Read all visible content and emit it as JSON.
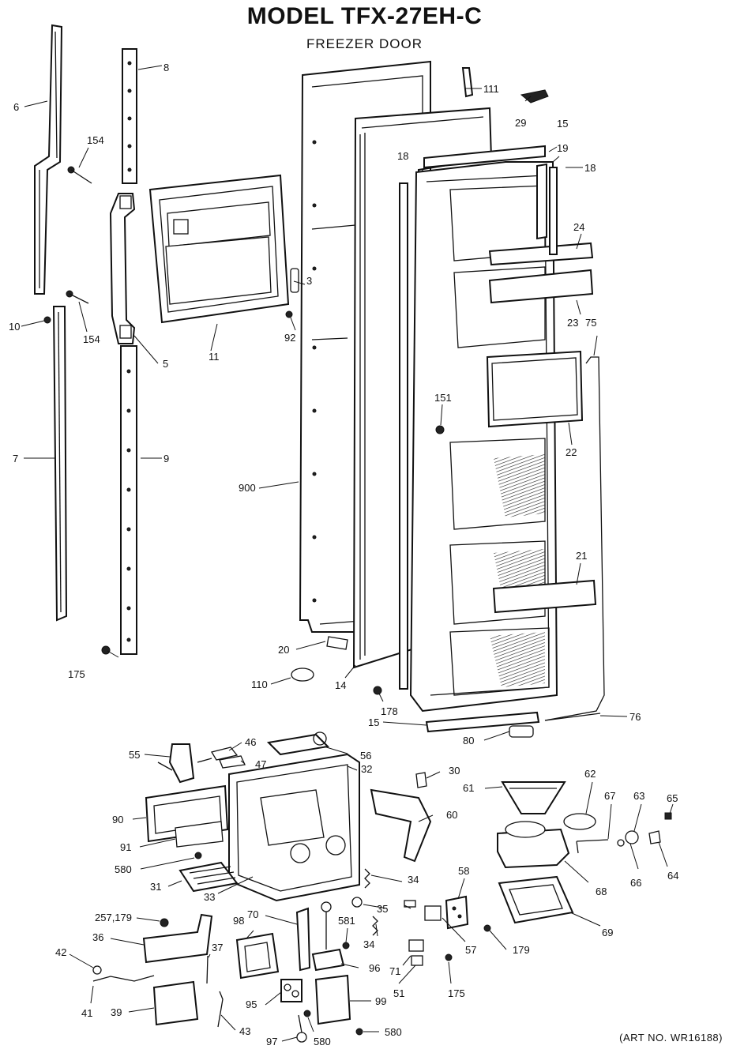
{
  "header": {
    "title": "MODEL TFX-27EH-C",
    "subtitle": "FREEZER DOOR"
  },
  "footer": {
    "art_number": "(ART NO. WR16188)"
  },
  "callouts": [
    "6",
    "8",
    "154",
    "111",
    "29",
    "15",
    "19",
    "18",
    "18",
    "24",
    "3",
    "92",
    "10",
    "154",
    "5",
    "11",
    "23",
    "75",
    "151",
    "22",
    "7",
    "9",
    "900",
    "21",
    "20",
    "175",
    "110",
    "14",
    "178",
    "15",
    "76",
    "80",
    "46",
    "55",
    "56",
    "47",
    "32",
    "30",
    "61",
    "62",
    "67",
    "63",
    "65",
    "90",
    "60",
    "91",
    "580",
    "68",
    "66",
    "64",
    "31",
    "33",
    "34",
    "58",
    "35",
    "257,179",
    "70",
    "98",
    "581",
    "36",
    "34",
    "37",
    "57",
    "179",
    "69",
    "42",
    "71",
    "96",
    "51",
    "175",
    "41",
    "39",
    "95",
    "99",
    "43",
    "97",
    "580",
    "580"
  ]
}
